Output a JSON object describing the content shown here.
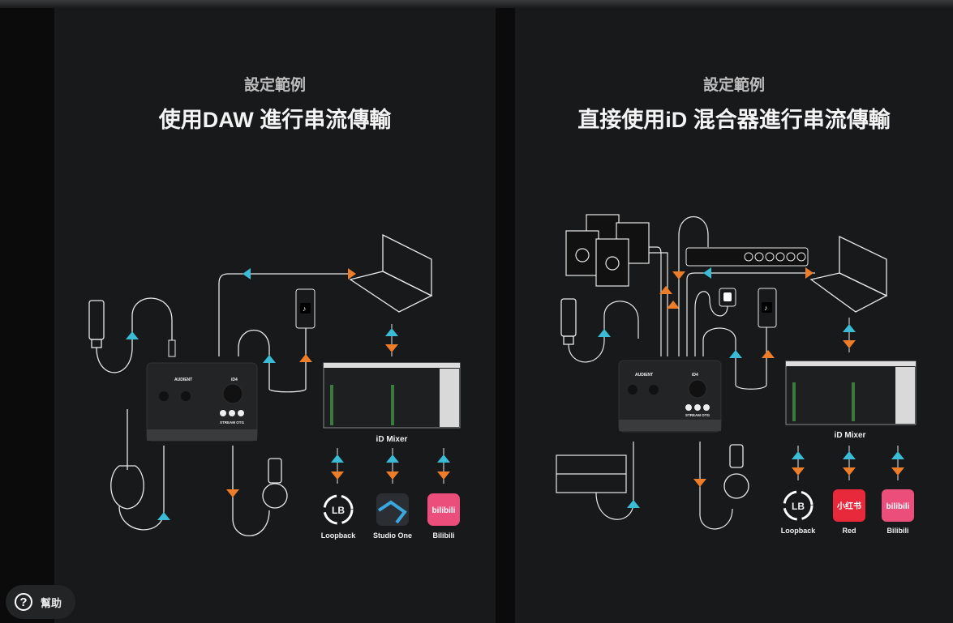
{
  "panels": [
    {
      "subtitle": "設定範例",
      "title": "使用DAW 進行串流傳輸",
      "mixer_label": "iD Mixer",
      "interface": {
        "brand": "AUDIENT",
        "model": "iD4",
        "badge": "STREAM OTG"
      },
      "apps": [
        {
          "name": "Loopback",
          "icon": "loopback-icon"
        },
        {
          "name": "Studio One",
          "icon": "studio-one-icon"
        },
        {
          "name": "Bilibili",
          "icon": "bilibili-icon",
          "glyph": "bilibili"
        }
      ],
      "devices": [
        "microphone",
        "guitar",
        "headphones",
        "smartphone-tiktok",
        "laptop"
      ]
    },
    {
      "subtitle": "設定範例",
      "title": "直接使用iD 混合器進行串流傳輸",
      "mixer_label": "iD Mixer",
      "interface": {
        "brand": "AUDIENT",
        "model": "iD4",
        "badge": "STREAM OTG"
      },
      "apps": [
        {
          "name": "Loopback",
          "icon": "loopback-icon"
        },
        {
          "name": "Red",
          "icon": "red-icon",
          "glyph": "小红书"
        },
        {
          "name": "Bilibili",
          "icon": "bilibili-icon",
          "glyph": "bilibili"
        }
      ],
      "devices": [
        "studio-monitors",
        "preamp-rack",
        "microphone",
        "midi-keyboard",
        "headphones",
        "power-adapter",
        "smartphone-tiktok",
        "laptop"
      ]
    }
  ],
  "colors": {
    "input_arrow": "#3bbcd6",
    "output_arrow": "#ee7d2a",
    "cable": "#e8e8e8",
    "panel_bg": "#18191b"
  },
  "help": {
    "label": "幫助",
    "icon": "question-icon"
  }
}
